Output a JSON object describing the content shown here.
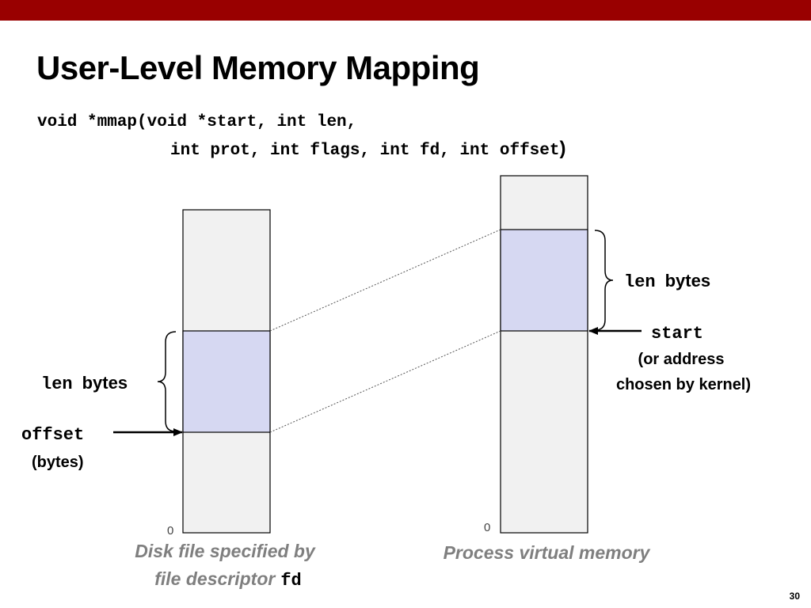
{
  "slide": {
    "title": "User-Level Memory Mapping",
    "signature_line1": "void *mmap(void *start, int len,",
    "signature_line2": "int prot, int flags, int fd, int offset",
    "signature_close": ")",
    "page_number": "30"
  },
  "disk_file": {
    "len_label_mono": "len",
    "len_label_text": "bytes",
    "offset_label": "offset",
    "offset_unit": "(bytes)",
    "zero": "0",
    "caption_line1": "Disk file specified by",
    "caption_line2": "file descriptor",
    "caption_fd": "fd"
  },
  "virtual_memory": {
    "len_label_mono": "len",
    "len_label_text": "bytes",
    "start_label": "start",
    "start_note_line1": "(or address",
    "start_note_line2": "chosen by kernel)",
    "zero": "0",
    "caption": "Process virtual memory"
  },
  "colors": {
    "top_bar": "#990000",
    "region_fill": "#d6d8f2",
    "box_fill": "#f1f1f1",
    "caption": "#7f7f7f"
  }
}
